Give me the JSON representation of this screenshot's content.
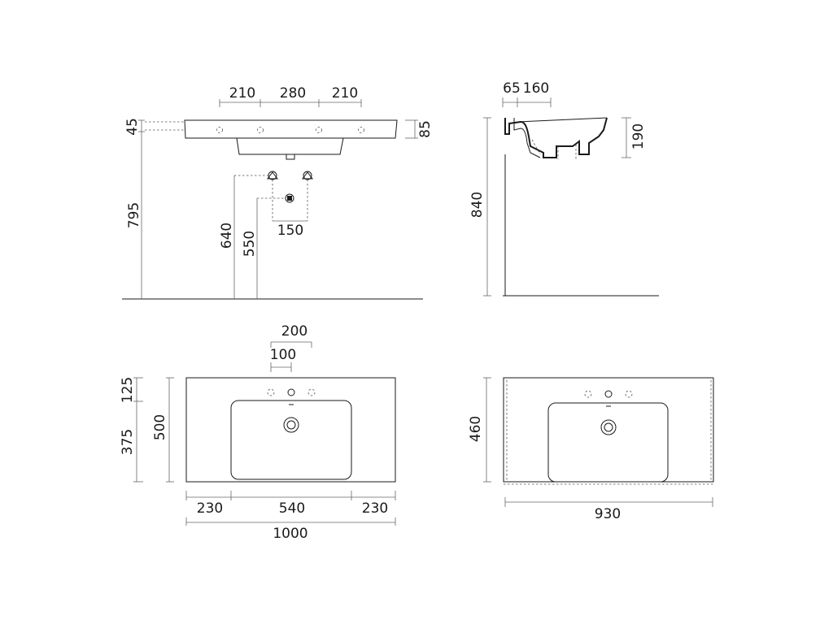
{
  "front_view": {
    "top_210_left": "210",
    "top_280": "280",
    "top_210_right": "210",
    "left_45": "45",
    "right_85": "85",
    "height_795": "795",
    "height_640": "640",
    "height_550": "550",
    "spacing_150": "150"
  },
  "side_view": {
    "top_65": "65",
    "top_160": "160",
    "right_190": "190",
    "height_840": "840"
  },
  "plan_view": {
    "dim_200": "200",
    "dim_100": "100",
    "dim_125": "125",
    "dim_375": "375",
    "dim_500": "500",
    "bottom_230_left": "230",
    "bottom_540": "540",
    "bottom_230_right": "230",
    "total_1000": "1000"
  },
  "plan_view_2": {
    "depth_460": "460",
    "width_930": "930"
  }
}
